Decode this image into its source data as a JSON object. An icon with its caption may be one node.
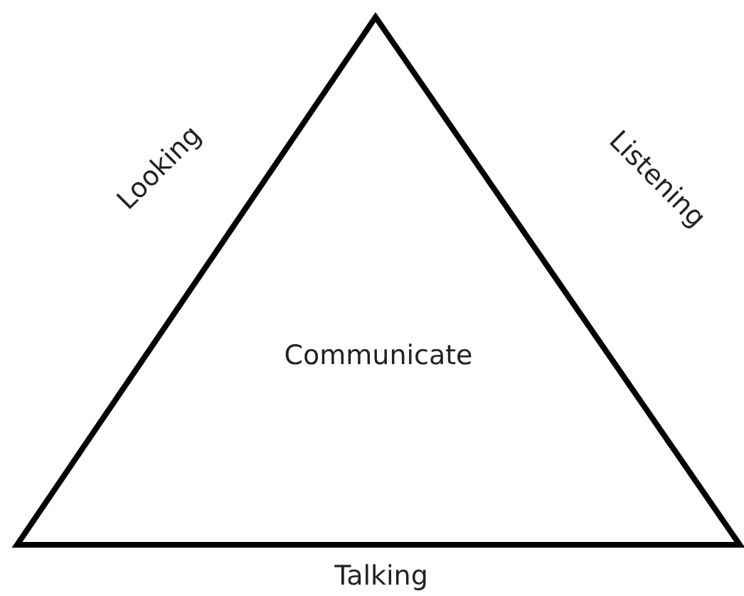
{
  "diagram": {
    "nodes": [
      {
        "text": [
          "Communicate"
        ]
      }
    ],
    "edges": [],
    "labels": [
      "Looking",
      "Listening",
      "Talking"
    ]
  }
}
